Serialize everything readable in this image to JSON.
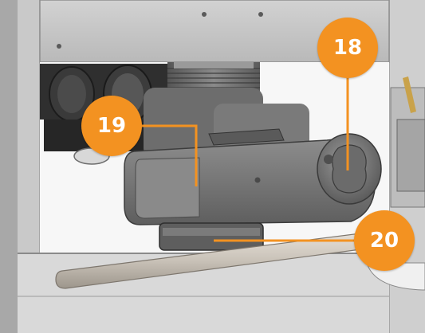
{
  "colors": {
    "callout": "#F39221",
    "leader": "#F39221"
  },
  "callouts": {
    "c18": "18",
    "c19": "19",
    "c20": "20"
  }
}
